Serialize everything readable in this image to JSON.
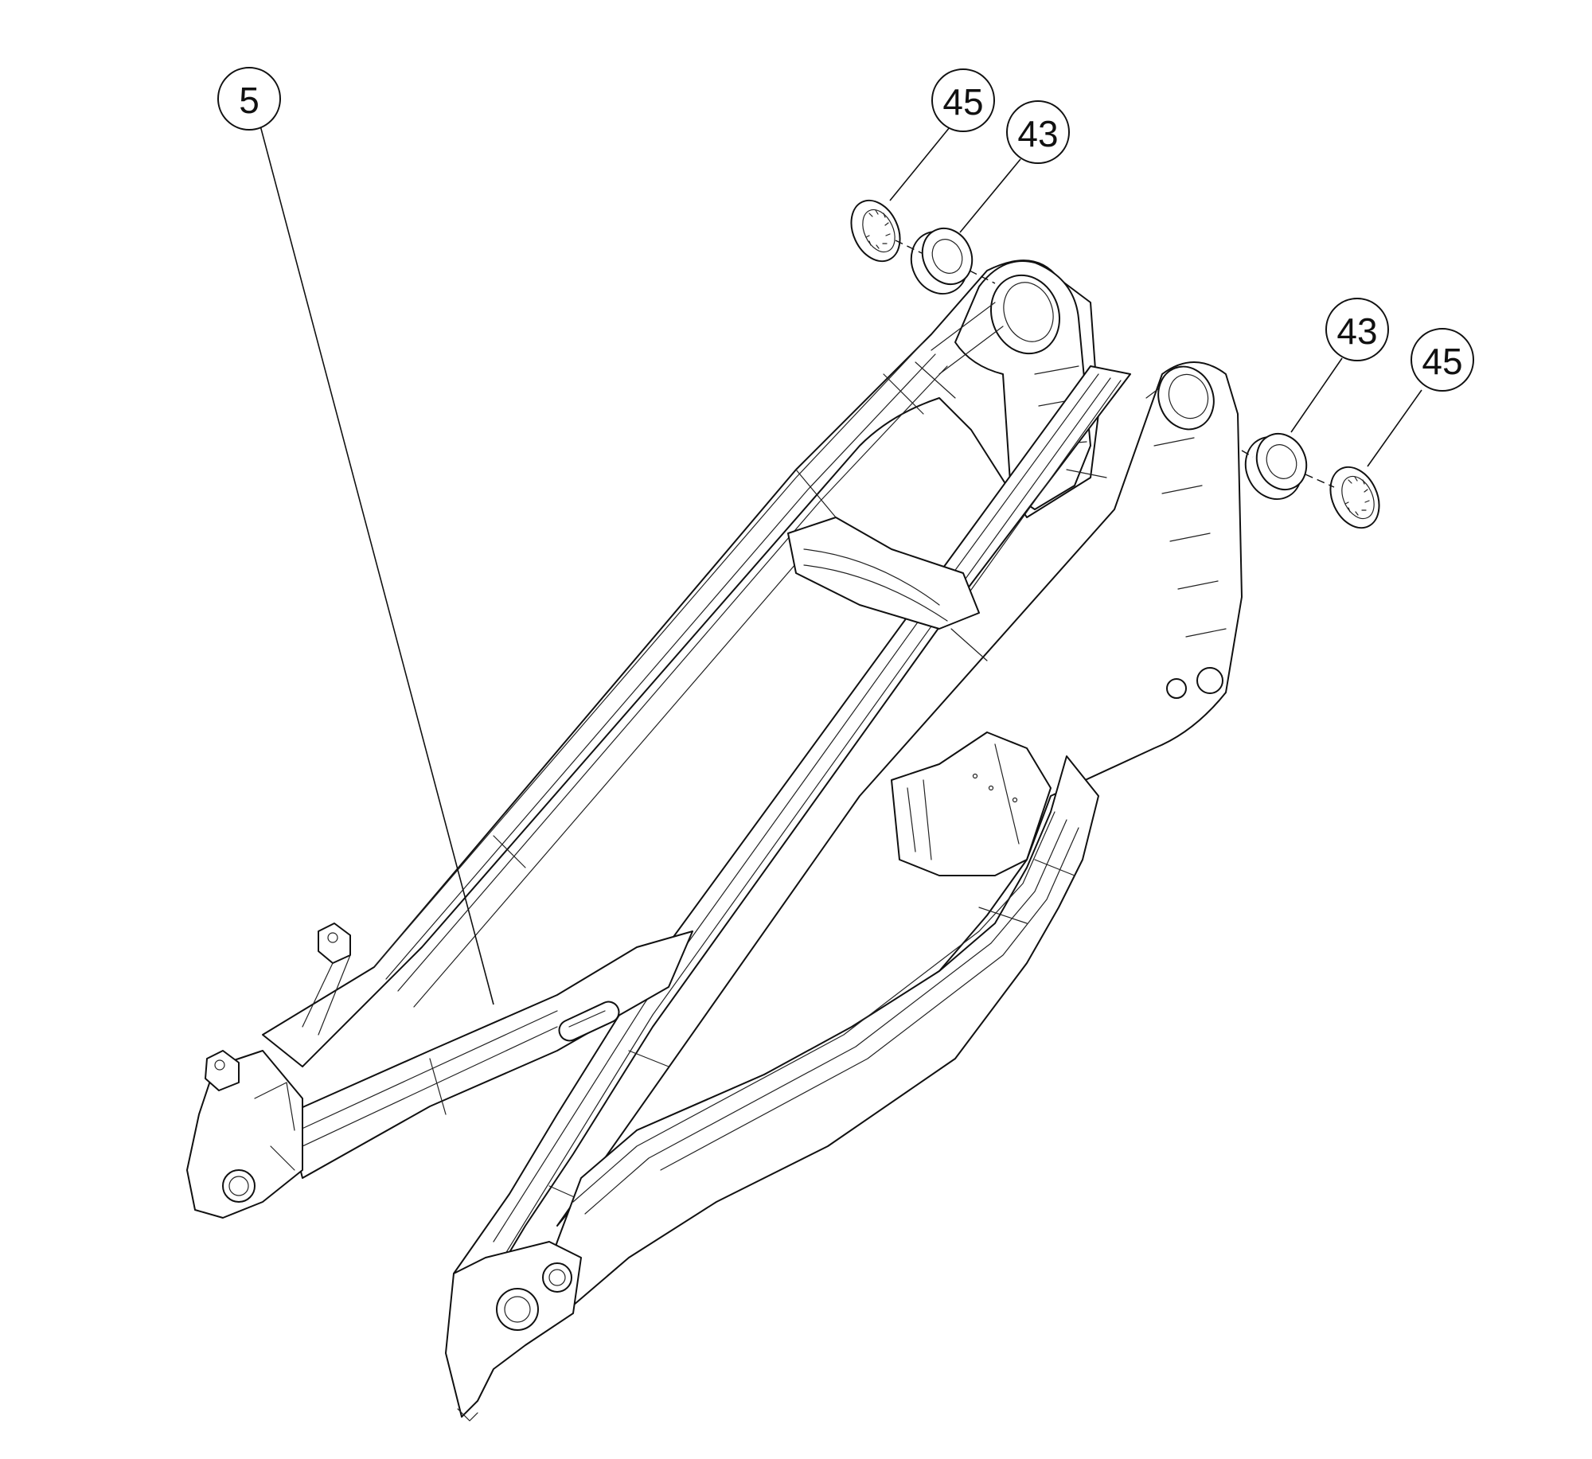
{
  "callouts": [
    {
      "id": "callout-5",
      "label": "5"
    },
    {
      "id": "callout-45-top",
      "label": "45"
    },
    {
      "id": "callout-43-top",
      "label": "43"
    },
    {
      "id": "callout-43-right",
      "label": "43"
    },
    {
      "id": "callout-45-right",
      "label": "45"
    }
  ],
  "colors": {
    "line": "#111111",
    "background": "#ffffff"
  }
}
